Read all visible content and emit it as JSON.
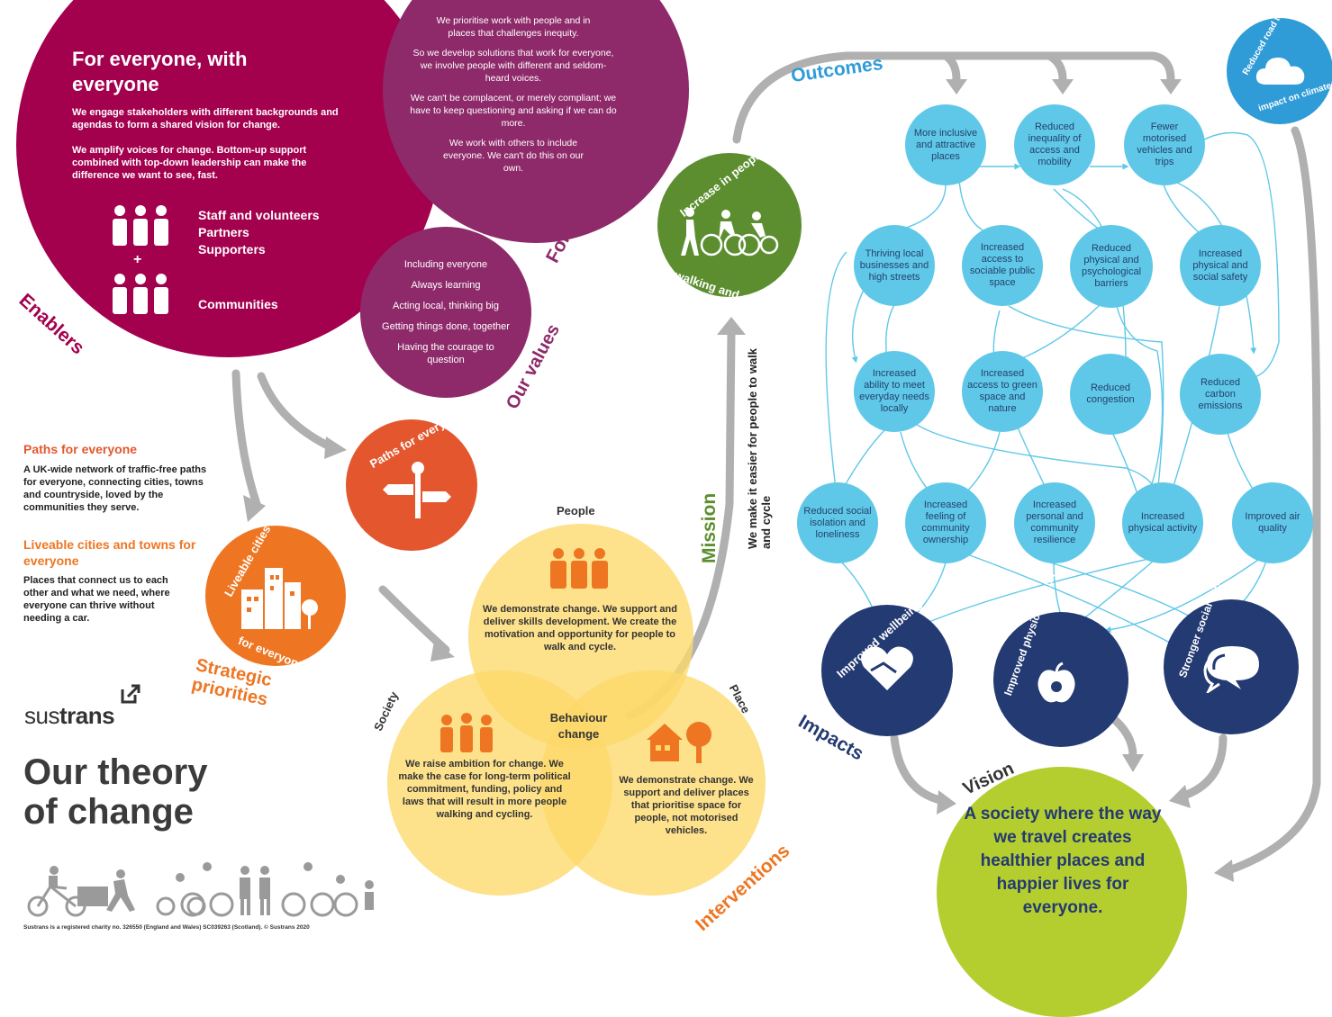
{
  "colors": {
    "enablers": "#a3004e",
    "principles": "#8e2a6a",
    "orange": "#ee7623",
    "orange_dark": "#e4572e",
    "yellow": "#fdd96a",
    "green": "#5c8e30",
    "light_blue": "#5fc8e8",
    "blue_text": "#2f9bd7",
    "navy": "#233a72",
    "lime": "#b5ce2f",
    "grey": "#b0b0b0"
  },
  "enablers": {
    "title": "For everyone, with everyone",
    "para1": "We engage stakeholders with different backgrounds and agendas to form a shared vision for change.",
    "para2": "We amplify voices for change. Bottom-up support combined with top-down leadership can make the difference we want to see, fast.",
    "group1": [
      "Staff and volunteers",
      "Partners",
      "Supporters"
    ],
    "plus": "+",
    "group2": "Communities",
    "label": "Enablers",
    "icons": [
      "people-group-icon",
      "people-group-icon"
    ]
  },
  "principles": {
    "p1": "We prioritise work with people and in places that challenges inequity.",
    "p2": "So we develop solutions that work for everyone, we involve people with different and seldom-heard voices.",
    "p3": "We can't be complacent, or merely compliant; we have to keep questioning and asking if we can do more.",
    "p4": "We work with others to include everyone. We can't do this on our own.",
    "label": "For everyone principles"
  },
  "values": {
    "items": [
      "Including everyone",
      "Always learning",
      "Acting local, thinking big",
      "Getting things done, together",
      "Having the courage to question"
    ],
    "label": "Our values"
  },
  "strategic": {
    "paths_title": "Paths for everyone",
    "paths_text": "A UK-wide network of traffic-free paths for everyone, connecting cities, towns and countryside, loved by the communities they serve.",
    "cities_title": "Liveable cities and towns for everyone",
    "cities_text": "Places that connect us to each other and what we need, where everyone can thrive without needing a car.",
    "paths_circle": "Paths for everyone",
    "cities_circle_top": "Liveable cities and towns",
    "cities_circle_bottom": "for everyone",
    "label": "Strategic priorities",
    "icons": [
      "signpost-icon",
      "city-buildings-icon"
    ]
  },
  "brand": {
    "logo_pre": "sus",
    "logo_post": "trans",
    "heading_line1": "Our theory",
    "heading_line2": "of change",
    "footer": "Sustrans is a registered charity no. 326550 (England and Wales) SC039263 (Scotland). © Sustrans 2020"
  },
  "interventions": {
    "people_label": "People",
    "people_text": "We demonstrate change. We support and deliver skills development. We create the motivation and opportunity for people to walk and cycle.",
    "society_label": "Society",
    "society_text": "We raise ambition for change. We make the case for long-term political commitment, funding, policy and laws that will result in more people walking and cycling.",
    "place_label": "Place",
    "place_text": "We demonstrate change. We support and deliver places that prioritise space for people, not motorised vehicles.",
    "center": "Behaviour change",
    "label": "Interventions"
  },
  "mission": {
    "label": "Mission",
    "text": "We make it easier for people to walk and cycle",
    "circle_top": "Increase in people",
    "circle_bottom": "walking and cycling"
  },
  "outcomes": {
    "label": "Outcomes",
    "nodes": [
      "More inclusive and attractive places",
      "Reduced inequality of access and mobility",
      "Fewer motorised vehicles and trips",
      "Thriving local businesses and high streets",
      "Increased access to sociable public space",
      "Reduced physical and psychological barriers",
      "Increased physical and social safety",
      "Increased ability to meet everyday needs locally",
      "Increased access to green space and nature",
      "Reduced congestion",
      "Reduced carbon emissions",
      "Reduced social isolation and loneliness",
      "Increased feeling of community ownership",
      "Increased personal and community resilience",
      "Increased physical activity",
      "Improved air quality"
    ],
    "climate_top": "Reduced road transport",
    "climate_bottom": "impact on climate"
  },
  "impacts": {
    "label": "Impacts",
    "items": [
      "Improved wellbeing",
      "Improved physical health",
      "Stronger social connections"
    ],
    "icons": [
      "heart-hands-icon",
      "apple-icon",
      "speech-bubbles-icon"
    ]
  },
  "vision": {
    "label": "Vision",
    "text": "A society where the way we travel creates healthier places and happier lives for everyone."
  }
}
